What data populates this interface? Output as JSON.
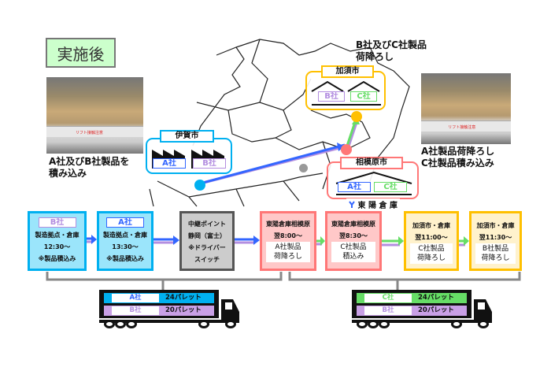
{
  "title": "実施後",
  "photo_left": {
    "caption_line1": "A社及びB社製品を",
    "caption_line2": "積み込み",
    "sign": "リフト接触注意"
  },
  "photo_right": {
    "caption_line1": "A社製品荷降ろし",
    "caption_line2": "C社製品積み込み",
    "sign": "リフト接触注意"
  },
  "map": {
    "iga": {
      "label": "伊賀市",
      "tags": [
        "A社",
        "B社"
      ]
    },
    "kazo": {
      "label": "加須市",
      "tags": [
        "B社",
        "C社"
      ],
      "note_line1": "B社及びC社製品",
      "note_line2": "荷降ろし"
    },
    "sagamihara": {
      "label": "相模原市",
      "tags": [
        "A社",
        "C社"
      ],
      "company": "東 陽 倉 庫"
    }
  },
  "colors": {
    "cyan": "#00b0f0",
    "blue": "#3366ff",
    "purple": "#b38ee0",
    "green": "#66dd66",
    "pink": "#ff7777",
    "orange": "#ffc000",
    "gray": "#555555"
  },
  "flow": [
    {
      "tag": "B社",
      "line1": "製造拠点・倉庫",
      "line2": "12:30～",
      "line3": "※製品積込み"
    },
    {
      "tag": "A社",
      "line1": "製造拠点・倉庫",
      "line2": "13:30～",
      "line3": "※製品積込み"
    },
    {
      "line1": "中継ポイント",
      "line2": "静岡（富士）",
      "line3": "※ドライバー",
      "line4": "スイッチ"
    },
    {
      "line1": "東陽倉庫相模原",
      "line2": "翌8:00～",
      "inner1": "A社製品",
      "inner2": "荷降ろし"
    },
    {
      "line1": "東陽倉庫相模原",
      "line2": "翌8:30～",
      "inner1": "C社製品",
      "inner2": "積込み"
    },
    {
      "line1": "加須市・倉庫",
      "line2": "翌11:00～",
      "inner1": "C社製品",
      "inner2": "荷降ろし"
    },
    {
      "line1": "加須市・倉庫",
      "line2": "翌11:30～",
      "inner1": "B社製品",
      "inner2": "荷降ろし"
    }
  ],
  "trucks": [
    {
      "rows": [
        {
          "company": "A社",
          "pallets": "24パレット"
        },
        {
          "company": "B社",
          "pallets": "20パレット"
        }
      ]
    },
    {
      "rows": [
        {
          "company": "C社",
          "pallets": "24パレット"
        },
        {
          "company": "B社",
          "pallets": "20パレット"
        }
      ]
    }
  ]
}
